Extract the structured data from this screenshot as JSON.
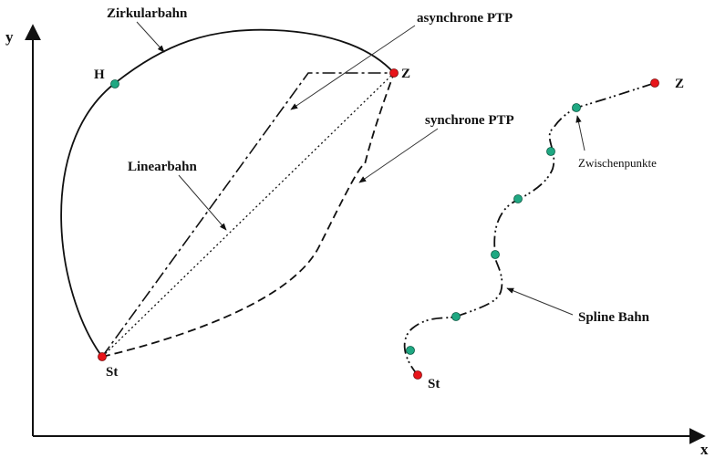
{
  "axes": {
    "x_label": "x",
    "y_label": "y"
  },
  "labels": {
    "zirkularbahn": "Zirkularbahn",
    "asynchrone_ptp": "asynchrone PTP",
    "synchrone_ptp": "synchrone PTP",
    "linearbahn": "Linearbahn",
    "spline_bahn": "Spline Bahn",
    "zwischenpunkte": "Zwischenpunkte"
  },
  "points": {
    "h": "H",
    "z_left": "Z",
    "st_left": "St",
    "z_right": "Z",
    "st_right": "St"
  },
  "colors": {
    "start_end_point": "#e8141a",
    "intermediate_point": "#1fa882",
    "line": "#111111"
  }
}
